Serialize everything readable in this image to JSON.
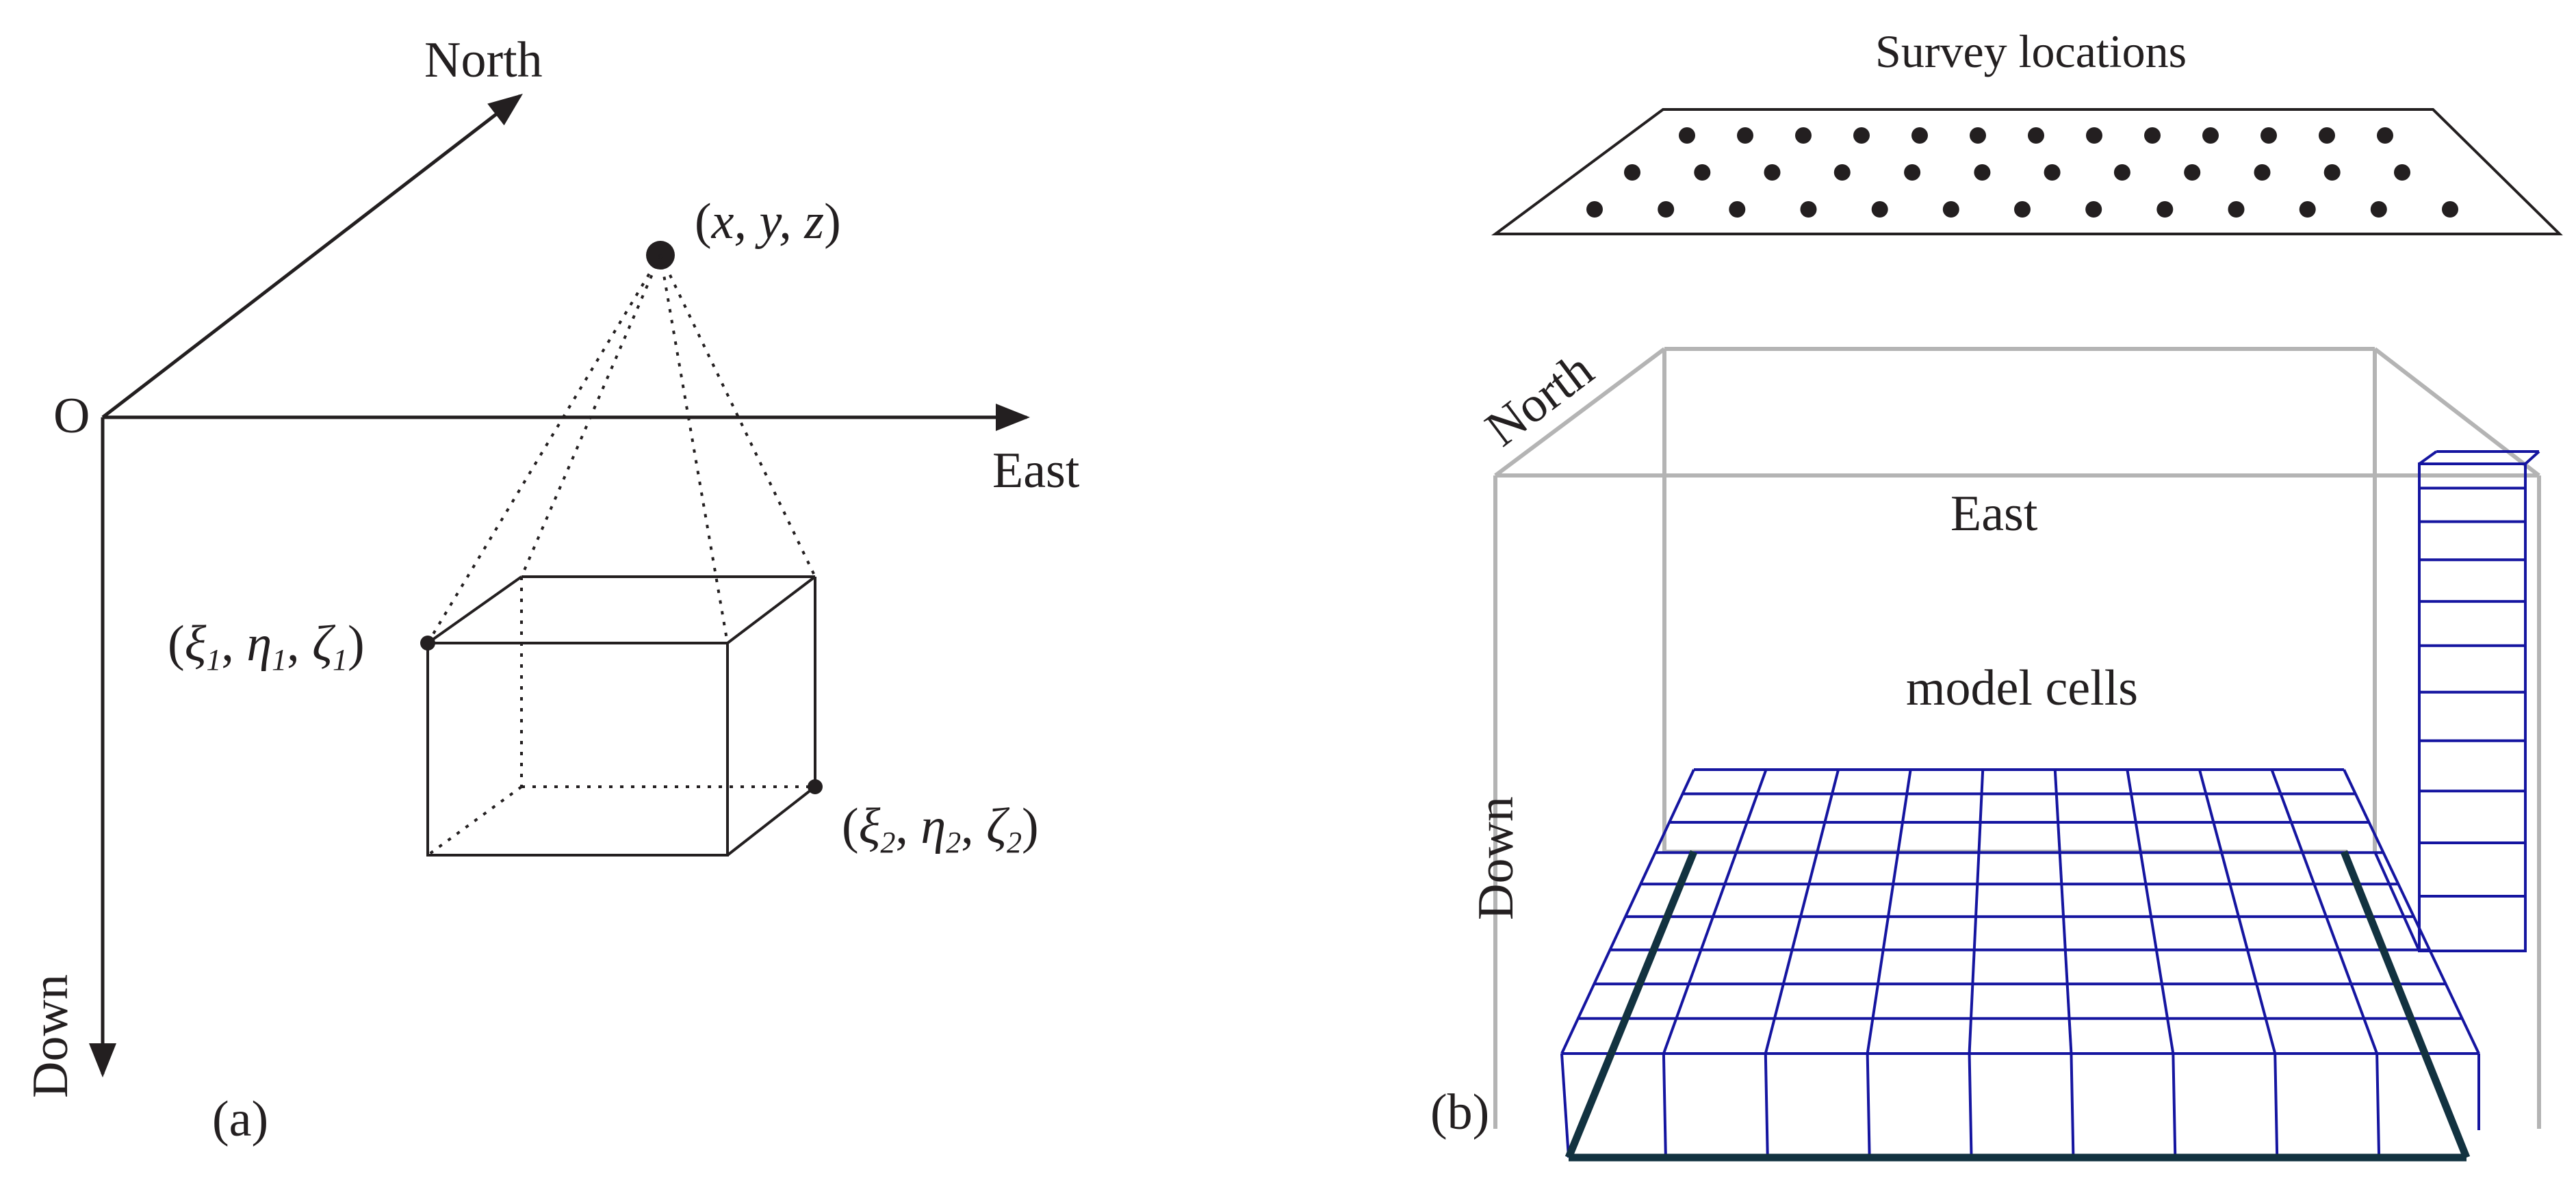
{
  "panel_a": {
    "panel_label": "(a)",
    "origin_label": "O",
    "axis_labels": {
      "north": "North",
      "east": "East",
      "down": "Down"
    },
    "observation_point": {
      "open": "(",
      "coords": "x, y, z",
      "close": ")"
    },
    "prism_corner_1": {
      "open": "(",
      "xi": "ξ",
      "eta": "η",
      "zeta": "ζ",
      "subscript": "1",
      "sep": ", ",
      "close": ")"
    },
    "prism_corner_2": {
      "open": "(",
      "xi": "ξ",
      "eta": "η",
      "zeta": "ζ",
      "subscript": "2",
      "sep": ", ",
      "close": ")"
    }
  },
  "panel_b": {
    "panel_label": "(b)",
    "survey_title": "Survey locations",
    "axis_labels": {
      "north": "North",
      "east": "East",
      "down": "Down"
    },
    "model_label": "model cells",
    "survey_rows": [
      13,
      12,
      13
    ],
    "grid": {
      "columns": 9,
      "rows": 9,
      "vertical_column_cells": 11
    }
  },
  "colors": {
    "ink": "#231f20",
    "grid_blue": "#1515a0",
    "frame_dark": "#123240",
    "box_gray": "#b4b4b4"
  }
}
